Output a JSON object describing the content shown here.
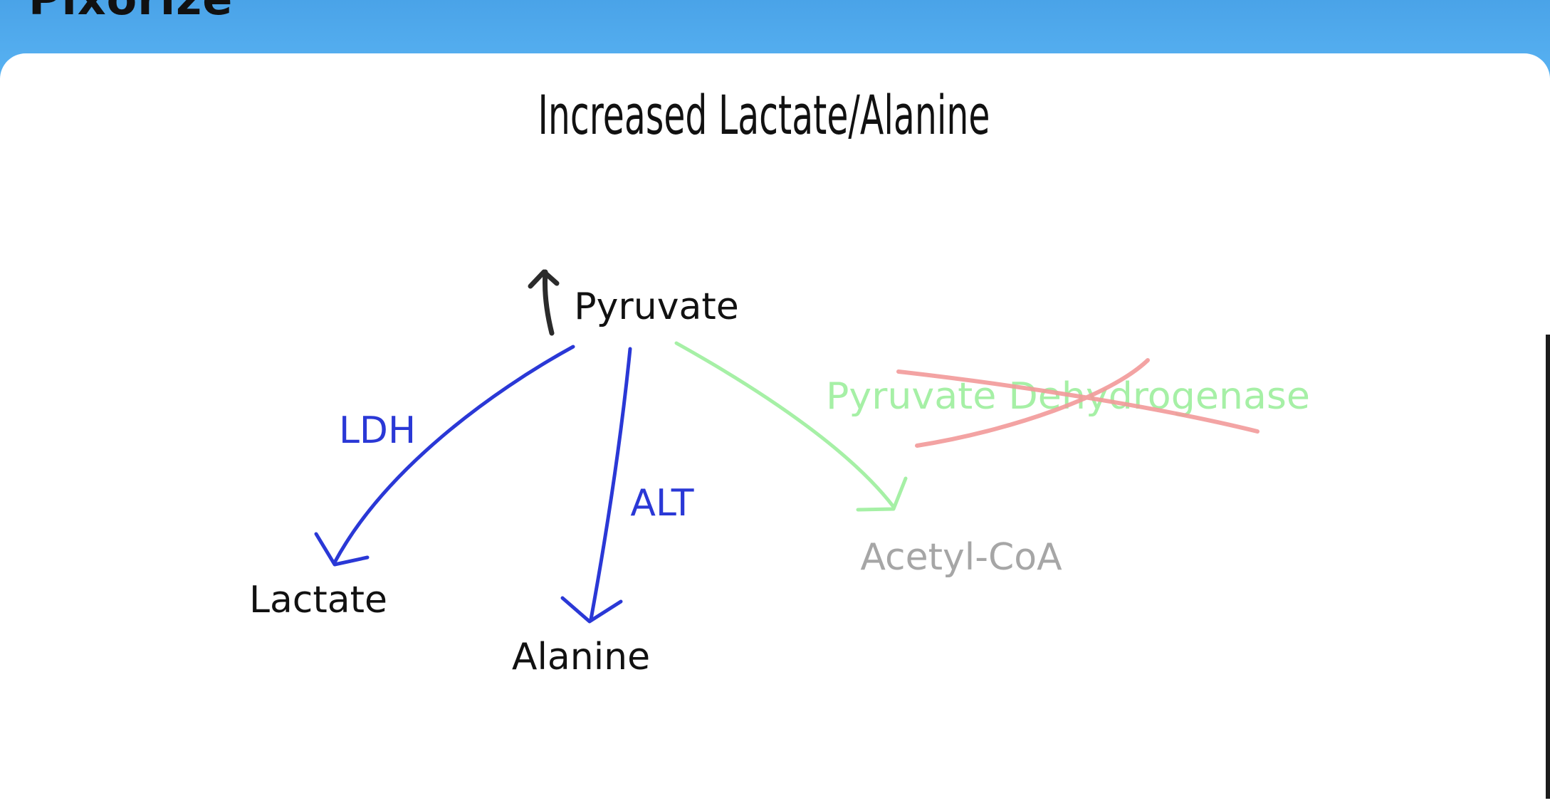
{
  "header": {
    "brand": "Pixorize"
  },
  "diagram": {
    "title": "Increased Lactate/Alanine",
    "nodes": {
      "pyruvate": "Pyruvate",
      "lactate": "Lactate",
      "alanine": "Alanine",
      "acetyl_coa": "Acetyl-CoA"
    },
    "enzymes": {
      "ldh": "LDH",
      "alt": "ALT",
      "pdh": "Pyruvate Dehydrogenase"
    },
    "pdh_crossed_out": true,
    "pyruvate_increased": true
  },
  "colors": {
    "banner": "#4aa3e8",
    "ink": "#111111",
    "active_path": "#2a38d6",
    "blocked_path": "#a6f0a6",
    "cross_out": "#f29a9a",
    "inactive_node": "#a6a6a6"
  }
}
